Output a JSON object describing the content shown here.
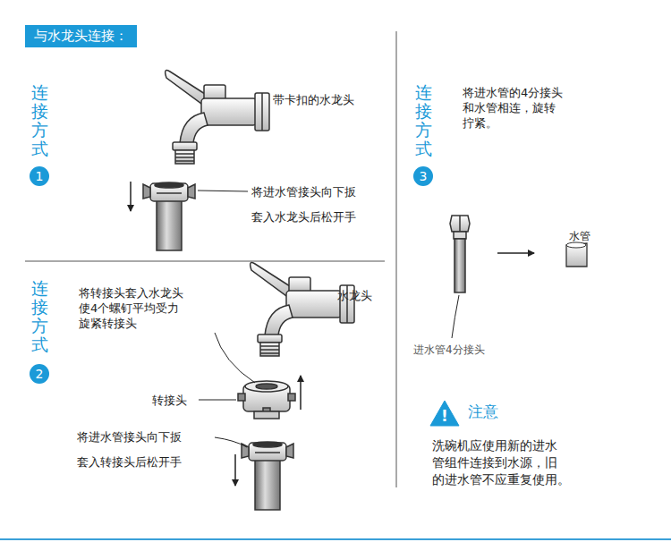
{
  "diagram": {
    "title": "与水龙头连接：",
    "nodes": [
      {
        "text": [
          "与水龙头连接："
        ]
      },
      {
        "text": [
          "1"
        ]
      },
      {
        "text": [
          "2"
        ]
      },
      {
        "text": [
          "3"
        ]
      },
      {
        "text": [
          "!"
        ]
      }
    ],
    "labels": [
      "连接方式",
      "带卡扣的水龙头",
      "将进水管接头向下扳",
      "套入水龙头后松开手",
      "连接方式",
      "将转接头套入水龙头 使4个螺钉平均受力 旋紧转接头",
      "水龙头",
      "转接头",
      "将进水管接头向下扳",
      "套入转接头后松开手",
      "连接方式",
      "将进水管的4分接头 和水管相连，旋转 拧紧。",
      "水管",
      "进水管4分接头",
      "注意",
      "洗碗机应使用新的进水 管组件连接到水源，旧 的进水管不应重复使用。"
    ]
  }
}
